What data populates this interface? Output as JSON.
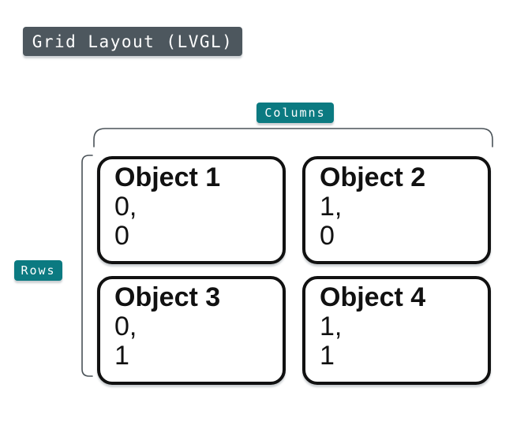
{
  "title": "Grid Layout (LVGL)",
  "badges": {
    "columns": "Columns",
    "rows": "Rows"
  },
  "colors": {
    "title_badge_bg": "#4d575e",
    "teal_badge_bg": "#0b7a81",
    "box_border": "#111111",
    "bracket_stroke": "#4a5258",
    "text": "#111111"
  },
  "grid": {
    "columns_count": 2,
    "rows_count": 2,
    "cells": [
      {
        "name": "Object 1",
        "col_text": "0,",
        "row_text": "0"
      },
      {
        "name": "Object 2",
        "col_text": "1,",
        "row_text": "0"
      },
      {
        "name": "Object 3",
        "col_text": "0,",
        "row_text": "1"
      },
      {
        "name": "Object 4",
        "col_text": "1,",
        "row_text": "1"
      }
    ]
  }
}
